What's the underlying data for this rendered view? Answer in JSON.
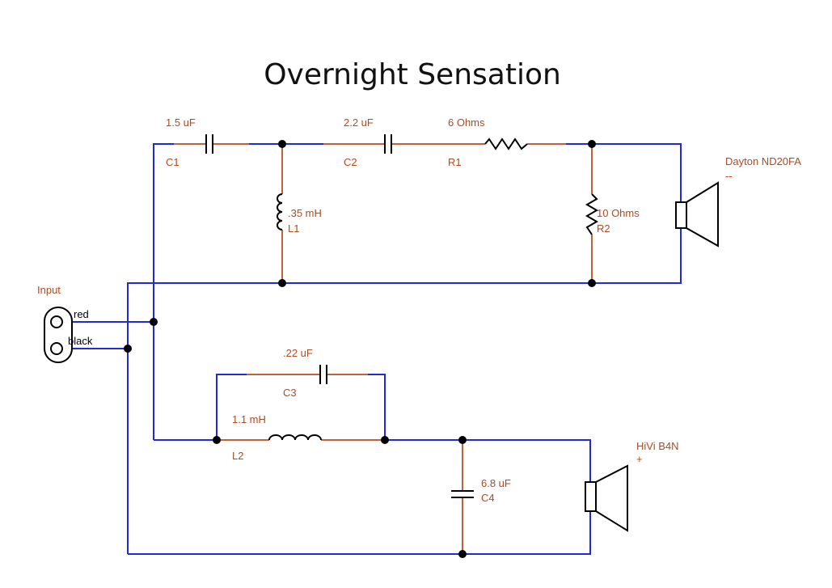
{
  "title": "Overnight Sensation",
  "input": {
    "label": "Input",
    "red": "red",
    "black": "black"
  },
  "components": {
    "c1": {
      "ref": "C1",
      "value": "1.5 uF"
    },
    "c2": {
      "ref": "C2",
      "value": "2.2 uF"
    },
    "r1": {
      "ref": "R1",
      "value": "6 Ohms"
    },
    "l1": {
      "ref": "L1",
      "value": ".35 mH"
    },
    "r2": {
      "ref": "R2",
      "value": "10 Ohms"
    },
    "c3": {
      "ref": "C3",
      "value": ".22 uF"
    },
    "l2": {
      "ref": "L2",
      "value": "1.1 mH"
    },
    "c4": {
      "ref": "C4",
      "value": "6.8 uF"
    }
  },
  "speakers": {
    "tweeter": {
      "name": "Dayton ND20FA",
      "polarity": "--"
    },
    "woofer": {
      "name": "HiVi B4N",
      "polarity": "+"
    }
  },
  "colors": {
    "wire": "#1f2bd6",
    "lead": "#c0623a",
    "label": "#b04a20"
  }
}
